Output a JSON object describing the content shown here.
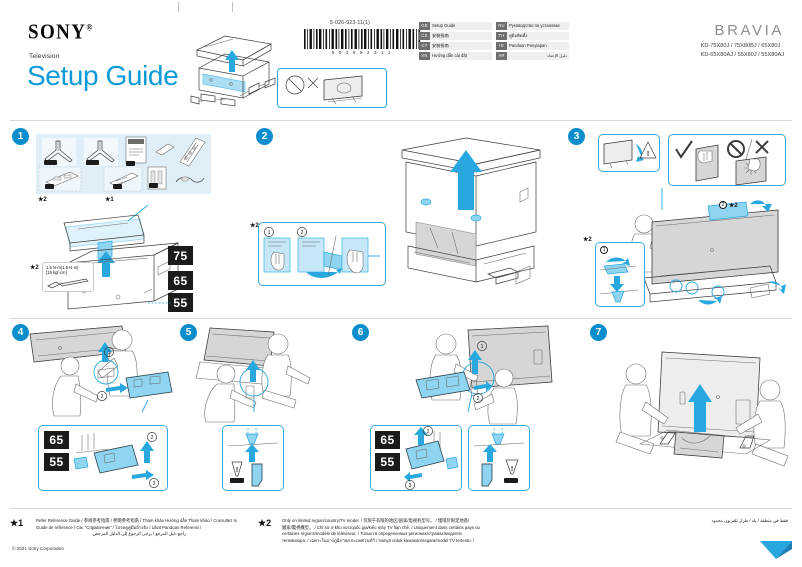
{
  "document": {
    "brand": "SONY",
    "brand_registered": "®",
    "category": "Television",
    "title": "Setup Guide",
    "series": "BRAVIA",
    "model_line_1": "KD-75X80J / 75X80BJ / 65X80J",
    "model_line_2": "KD-65X80AJ / 55X80J / 55X80AJ",
    "part_number": "5-026-923-11(1)",
    "barcode_digits": "5 0 2 6 9 2 3 1 1",
    "barcode_suffix": "(1)",
    "copyright": "© 2021 Sony Corporation"
  },
  "languages": {
    "left_column": [
      {
        "code": "GB",
        "name": "Setup Guide"
      },
      {
        "code": "CS",
        "name": "安裝指南"
      },
      {
        "code": "CT",
        "name": "安裝指南"
      },
      {
        "code": "VN",
        "name": "Hướng dẫn cài đặt"
      }
    ],
    "right_column": [
      {
        "code": "RU",
        "name": "Руководство по установке"
      },
      {
        "code": "TH",
        "name": "คู่มือติดตั้ง"
      },
      {
        "code": "ID",
        "name": "Panduan Penyiapan"
      },
      {
        "code": "AR",
        "name": "دليل الإعداد"
      }
    ]
  },
  "steps": [
    {
      "number": "1",
      "label": "❶"
    },
    {
      "number": "2",
      "label": "❷"
    },
    {
      "number": "3",
      "label": "❸"
    },
    {
      "number": "4",
      "label": "❹"
    },
    {
      "number": "5",
      "label": "❺"
    },
    {
      "number": "6",
      "label": "❻"
    },
    {
      "number": "7",
      "label": "❼"
    }
  ],
  "step1": {
    "size_badges": [
      "75",
      "65",
      "55"
    ],
    "accessory_labels": [
      "×2",
      "",
      "",
      "",
      "",
      "",
      "",
      ""
    ],
    "star1_marker": "★1",
    "star2_marker": "★2",
    "torque_line_1": "1.5 N·m{1.5 N·m}",
    "torque_line_2": "[15 kgf·cm]"
  },
  "step2": {
    "star2_marker": "★2",
    "callouts": [
      "①",
      "②"
    ]
  },
  "step3": {
    "star2_marker": "★2",
    "callouts": [
      "①",
      "②"
    ],
    "ok_mark": "✓",
    "no_mark": "⊘",
    "x_mark": "✕",
    "warning_mark": "!"
  },
  "step4": {
    "size_badges": [
      "65",
      "55"
    ],
    "callouts": [
      "①",
      "②",
      "③"
    ]
  },
  "step5": {
    "callouts": [
      "①"
    ],
    "warning_mark": "!"
  },
  "step6": {
    "size_badges": [
      "65",
      "55"
    ],
    "callouts": [
      "①",
      "②",
      "③"
    ],
    "warning_mark": "!"
  },
  "step7": {},
  "footnotes": [
    {
      "marker": "★1",
      "lines": [
        "Refer Reference Guide / 参阅参考指南 / 參閱參考指南 / Tham khảo Hướng dẫn Tham khảo / Consultez le",
        "Guide de référence / См. \"Справочник\" / โปรดดูคู่มืออ้างอิง / Lihat Panduan Referensi /",
        "راجع دليل المرجع / يرجى الرجوع إلى الدليل المرجعي"
      ]
    },
    {
      "marker": "★2",
      "lines": [
        "Only on limited region/country/TV model. / 仅限于有限的地区/国家/电视机型号。 / 僅限於限定地區/",
        "國家/電視機型。 / Chỉ sử ở khu vực/quốc gia/kiểu máy TV hạn chế. / Uniquement dans certains pays ou",
        "certaines régions/modèle de téléviseur. / Только в определенных регионах/странах/моделях",
        "телевизора. / เฉพาะในบางภูมิภาค/ประเทศ/รุ่นทีวี / Hanya untuk kawasan/negara/model TV tertentu. /"
      ],
      "rtl_line": "فقط في منطقة / بلد / طراز تلفزيون محدود"
    }
  ],
  "colors": {
    "accent_blue": "#0f9bd7",
    "step_badge": "#0b8ecb",
    "panel_border": "#34abe2",
    "tint_fill": "#dfeef7",
    "badge_black": "#1b1b1b",
    "line_gray": "#3c3c3c"
  }
}
